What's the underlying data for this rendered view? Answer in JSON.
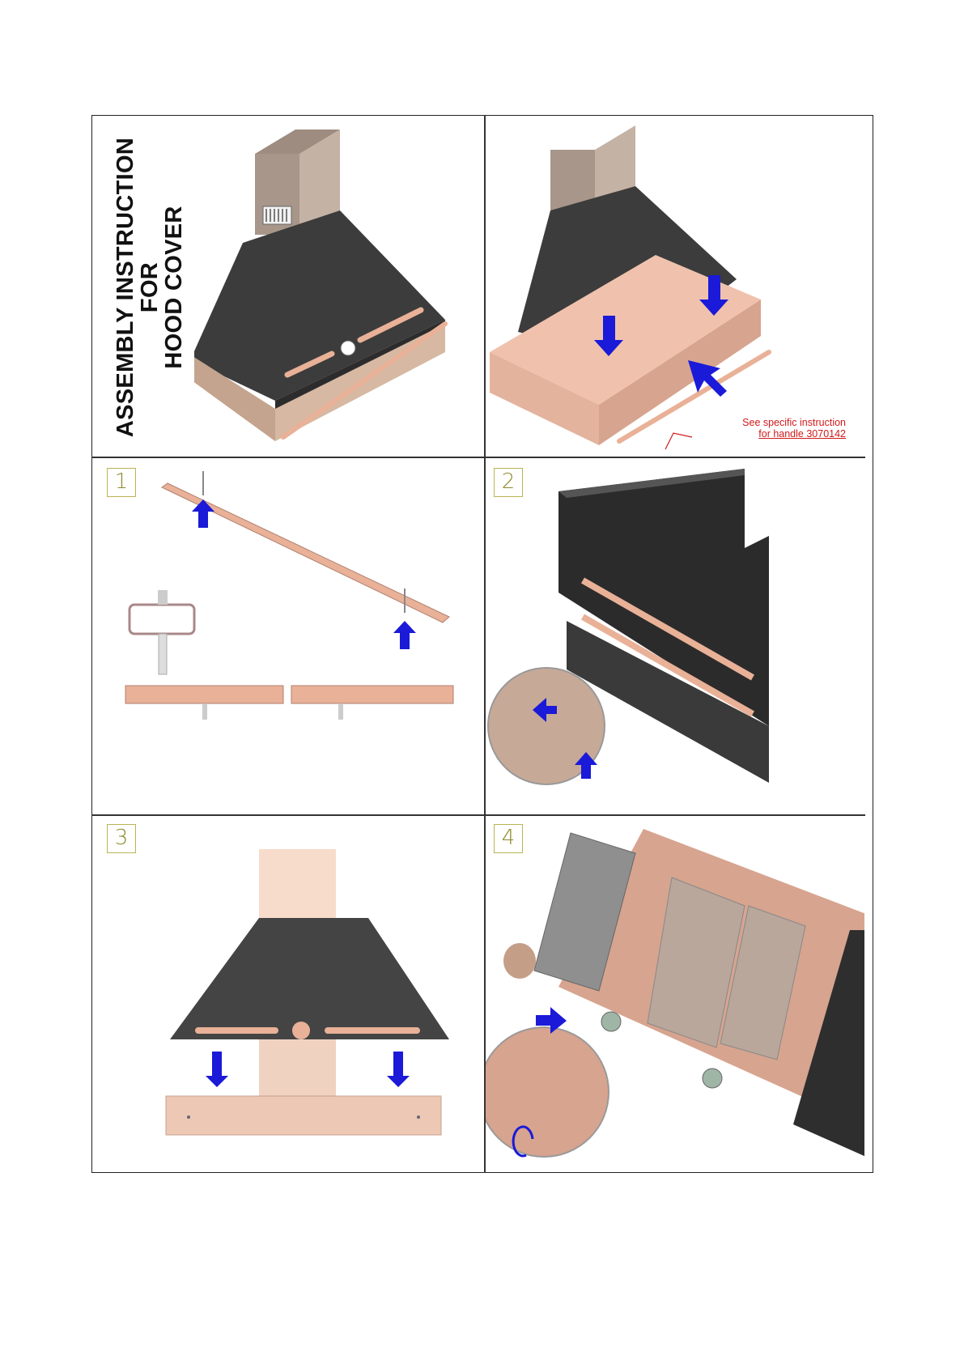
{
  "title": {
    "line1": "ASSEMBLY INSTRUCTION",
    "line2": "FOR",
    "line3": "HOOD COVER"
  },
  "note": {
    "line1": "See specific instruction",
    "line2": "for handle 3070142"
  },
  "steps": [
    "1",
    "2",
    "3",
    "4"
  ],
  "colors": {
    "hood": "#3c3c3c",
    "copper": "#e9b197",
    "chimney": "#b8a494",
    "arrow": "#1a1ad8",
    "step_box": "#b9b455",
    "note": "#d21a1a"
  }
}
